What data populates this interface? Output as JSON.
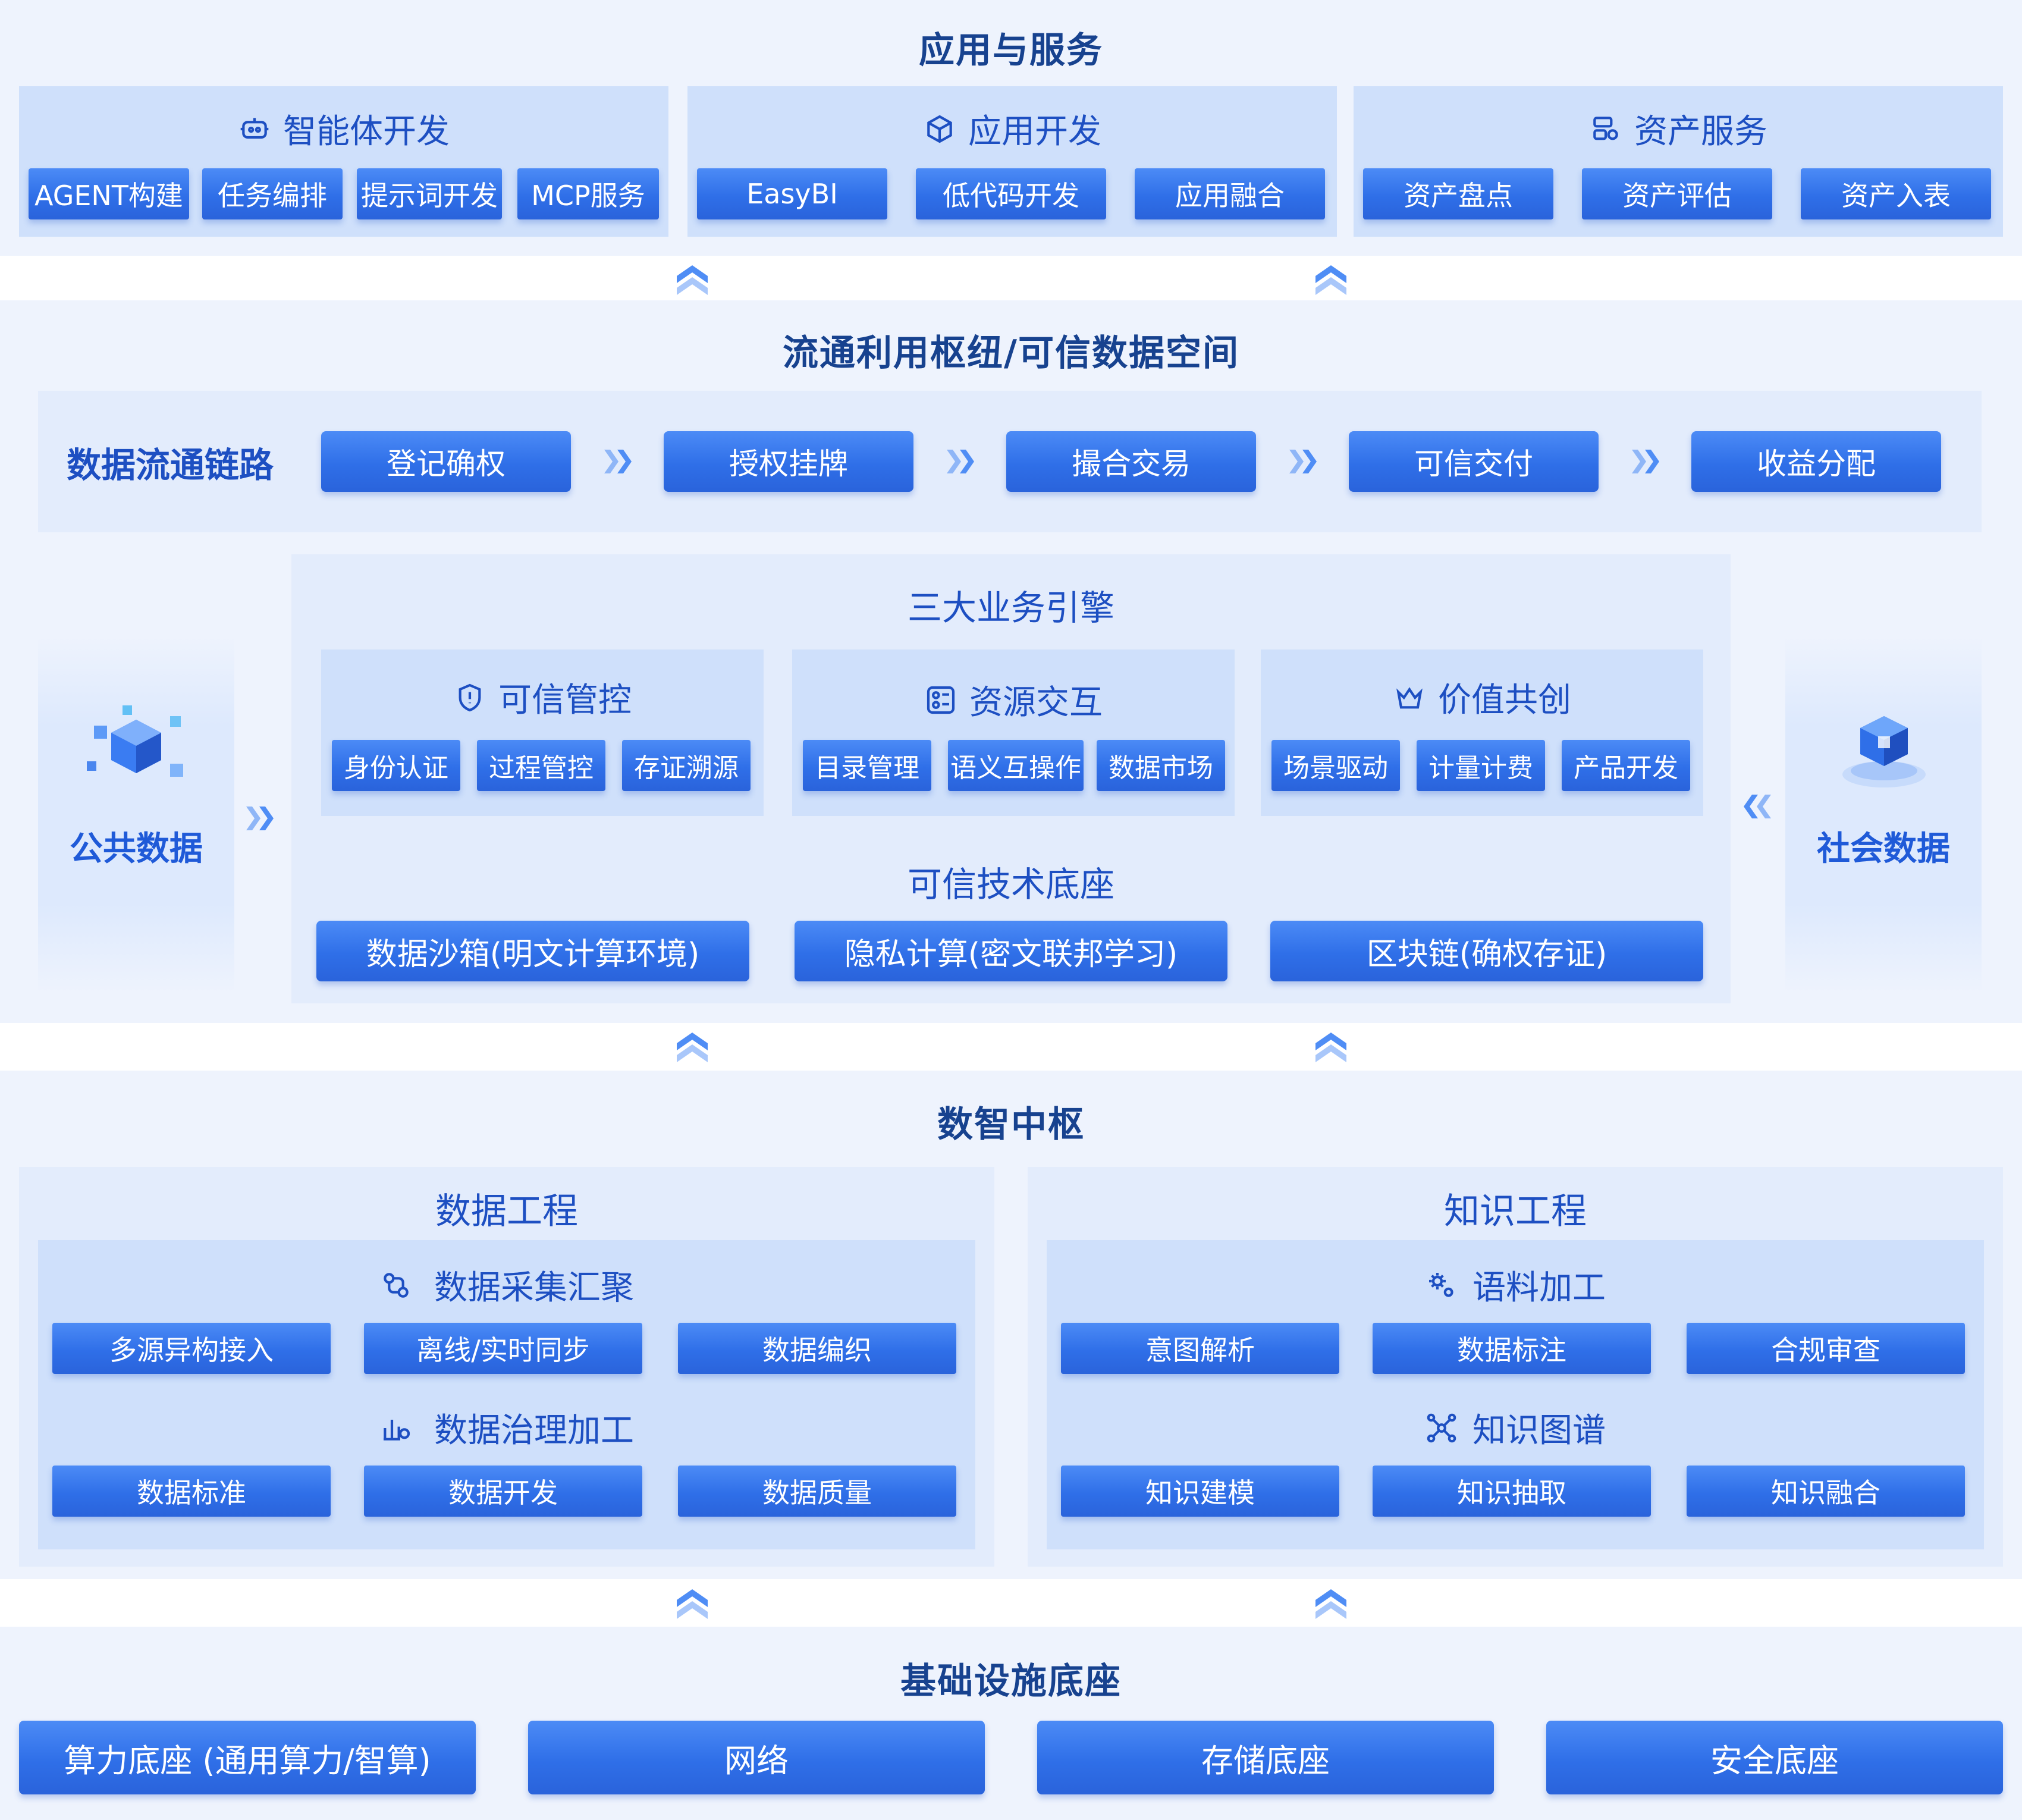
{
  "app_services": {
    "title": "应用与服务",
    "agent": {
      "title": "智能体开发",
      "items": [
        "AGENT构建",
        "任务编排",
        "提示词开发",
        "MCP服务"
      ]
    },
    "app_dev": {
      "title": "应用开发",
      "items": [
        "EasyBI",
        "低代码开发",
        "应用融合"
      ]
    },
    "asset": {
      "title": "资产服务",
      "items": [
        "资产盘点",
        "资产评估",
        "资产入表"
      ]
    }
  },
  "hub": {
    "title": "流通利用枢纽/可信数据空间",
    "chain_label": "数据流通链路",
    "chain": [
      "登记确权",
      "授权挂牌",
      "撮合交易",
      "可信交付",
      "收益分配"
    ],
    "engines_title": "三大业务引擎",
    "trust": {
      "title": "可信管控",
      "items": [
        "身份认证",
        "过程管控",
        "存证溯源"
      ]
    },
    "resource": {
      "title": "资源交互",
      "items": [
        "目录管理",
        "语义互操作",
        "数据市场"
      ]
    },
    "value": {
      "title": "价值共创",
      "items": [
        "场景驱动",
        "计量计费",
        "产品开发"
      ]
    },
    "tech_title": "可信技术底座",
    "tech": [
      "数据沙箱(明文计算环境)",
      "隐私计算(密文联邦学习)",
      "区块链(确权存证)"
    ],
    "public_data": "公共数据",
    "social_data": "社会数据"
  },
  "smart_hub": {
    "title": "数智中枢",
    "data_eng": {
      "title": "数据工程",
      "collect": {
        "title": "数据采集汇聚",
        "items": [
          "多源异构接入",
          "离线/实时同步",
          "数据编织"
        ]
      },
      "govern": {
        "title": "数据治理加工",
        "items": [
          "数据标准",
          "数据开发",
          "数据质量"
        ]
      }
    },
    "know_eng": {
      "title": "知识工程",
      "corpus": {
        "title": "语料加工",
        "items": [
          "意图解析",
          "数据标注",
          "合规审查"
        ]
      },
      "graph": {
        "title": "知识图谱",
        "items": [
          "知识建模",
          "知识抽取",
          "知识融合"
        ]
      }
    }
  },
  "infra": {
    "title": "基础设施底座",
    "items": [
      "算力底座 (通用算力/智算)",
      "网络",
      "存储底座",
      "安全底座"
    ]
  },
  "colors": {
    "accent": "#2f6fe8",
    "title": "#17428f",
    "panel": "#cfe0fb",
    "band": "#eef3fd"
  }
}
